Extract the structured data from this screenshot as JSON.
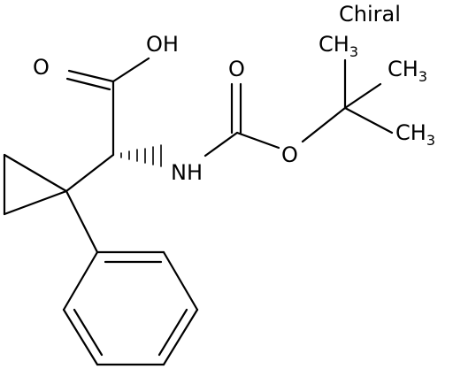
{
  "molecule": {
    "chiral_label": "Chiral",
    "labels": {
      "oh": "OH",
      "o_carbonyl_acid": "O",
      "nh": "NH",
      "o_carbonyl_boc": "O",
      "o_ester": "O",
      "ch3_top_main": "CH",
      "ch3_top_sub": "3",
      "ch3_mid_main": "CH",
      "ch3_mid_sub": "3",
      "ch3_bot_main": "CH",
      "ch3_bot_sub": "3"
    }
  }
}
